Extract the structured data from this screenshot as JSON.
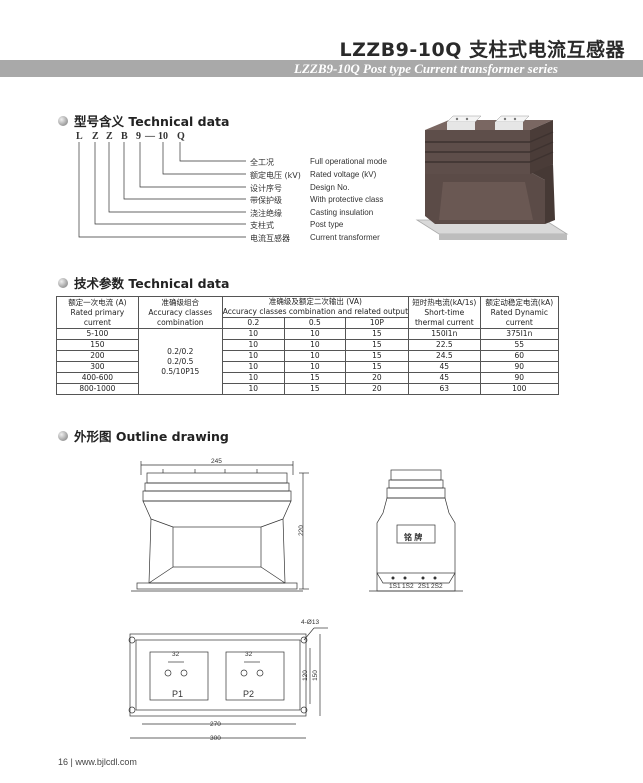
{
  "header": {
    "title_cn": "LZZB9-10Q 支柱式电流互感器",
    "title_en": "LZZB9-10Q Post type Current transformer series"
  },
  "section1": {
    "heading": "型号含义 Technical data",
    "model_letters": [
      "L",
      "Z",
      "Z",
      "B",
      "9",
      "—",
      "10",
      "Q"
    ],
    "codes": [
      {
        "cn": "全工况",
        "en": "Full operational mode"
      },
      {
        "cn": "额定电压 (kV)",
        "en": "Rated voltage (kV)"
      },
      {
        "cn": "设计序号",
        "en": "Design No."
      },
      {
        "cn": "带保护级",
        "en": "With protective class"
      },
      {
        "cn": "浇注绝缘",
        "en": "Casting insulation"
      },
      {
        "cn": "支柱式",
        "en": "Post type"
      },
      {
        "cn": "电流互感器",
        "en": "Current transformer"
      }
    ]
  },
  "section2": {
    "heading": "技术参数 Technical data",
    "table": {
      "h_primary_cn": "额定一次电流 (A)",
      "h_primary_en": "Rated primary current",
      "h_class_cn": "准确级组合",
      "h_class_en": "Accuracy classes combination",
      "h_output_cn": "准确级及额定二次输出 (VA)",
      "h_output_en": "Accuracy classes combination and related output",
      "h_output_sub": [
        "0.2",
        "0.5",
        "10P"
      ],
      "h_thermal_cn": "短时热电流(kA/1s)",
      "h_thermal_en": "Short-time thermal current",
      "h_dynamic_cn": "额定动稳定电流(kA)",
      "h_dynamic_en": "Rated Dynamic current",
      "class_combo": [
        "0.2/0.2",
        "0.2/0.5",
        "0.5/10P15"
      ],
      "rows": [
        {
          "primary": "5-100",
          "v02": "10",
          "v05": "10",
          "v10p": "15",
          "thermal": "150I1n",
          "dynamic": "375I1n"
        },
        {
          "primary": "150",
          "v02": "10",
          "v05": "10",
          "v10p": "15",
          "thermal": "22.5",
          "dynamic": "55"
        },
        {
          "primary": "200",
          "v02": "10",
          "v05": "10",
          "v10p": "15",
          "thermal": "24.5",
          "dynamic": "60"
        },
        {
          "primary": "300",
          "v02": "10",
          "v05": "10",
          "v10p": "15",
          "thermal": "45",
          "dynamic": "90"
        },
        {
          "primary": "400-600",
          "v02": "10",
          "v05": "15",
          "v10p": "20",
          "thermal": "45",
          "dynamic": "90"
        },
        {
          "primary": "800-1000",
          "v02": "10",
          "v05": "15",
          "v10p": "20",
          "thermal": "63",
          "dynamic": "100"
        }
      ]
    }
  },
  "section3": {
    "heading": "外形图 Outline drawing",
    "dims": {
      "front_width": "245",
      "front_height": "220",
      "nameplate": "铭 牌",
      "terminals": [
        "1S1",
        "1S2",
        "2S1",
        "2S2"
      ],
      "holes": "4-Ø13",
      "p1": "P1",
      "p2": "P2",
      "p_spacing_1": "32",
      "p_spacing_2": "32",
      "base_inner": "120",
      "base_outer": "150",
      "base_w1": "270",
      "base_w2": "300"
    }
  },
  "footer": {
    "page": "16",
    "sep": "|",
    "url": "www.bjlcdl.com"
  }
}
